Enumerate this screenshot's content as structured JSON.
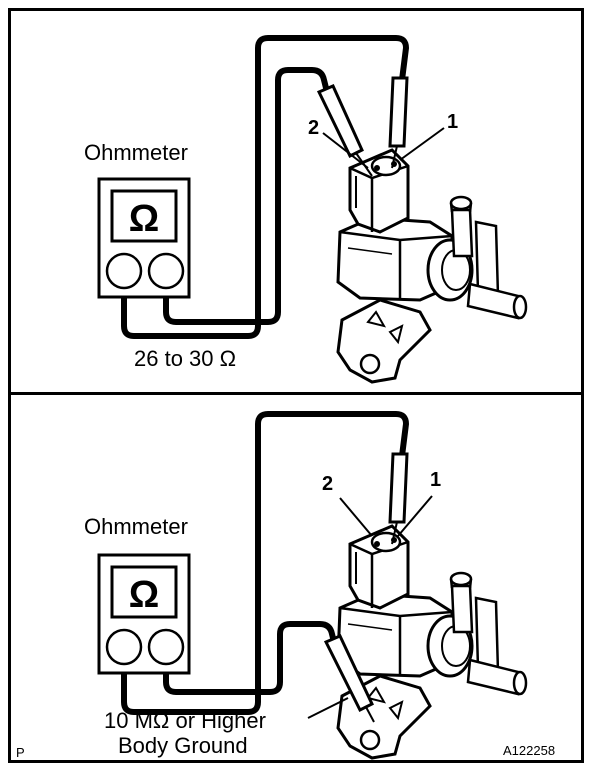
{
  "upper": {
    "meter_label": "Ohmmeter",
    "omega_symbol": "Ω",
    "terminal_2": "2",
    "terminal_1": "1",
    "spec": "26 to 30 Ω"
  },
  "lower": {
    "meter_label": "Ohmmeter",
    "omega_symbol": "Ω",
    "terminal_2": "2",
    "terminal_1": "1",
    "spec_line1": "10 MΩ or Higher",
    "spec_line2": "Body Ground"
  },
  "corner_mark": "P",
  "figure_code": "A122258"
}
